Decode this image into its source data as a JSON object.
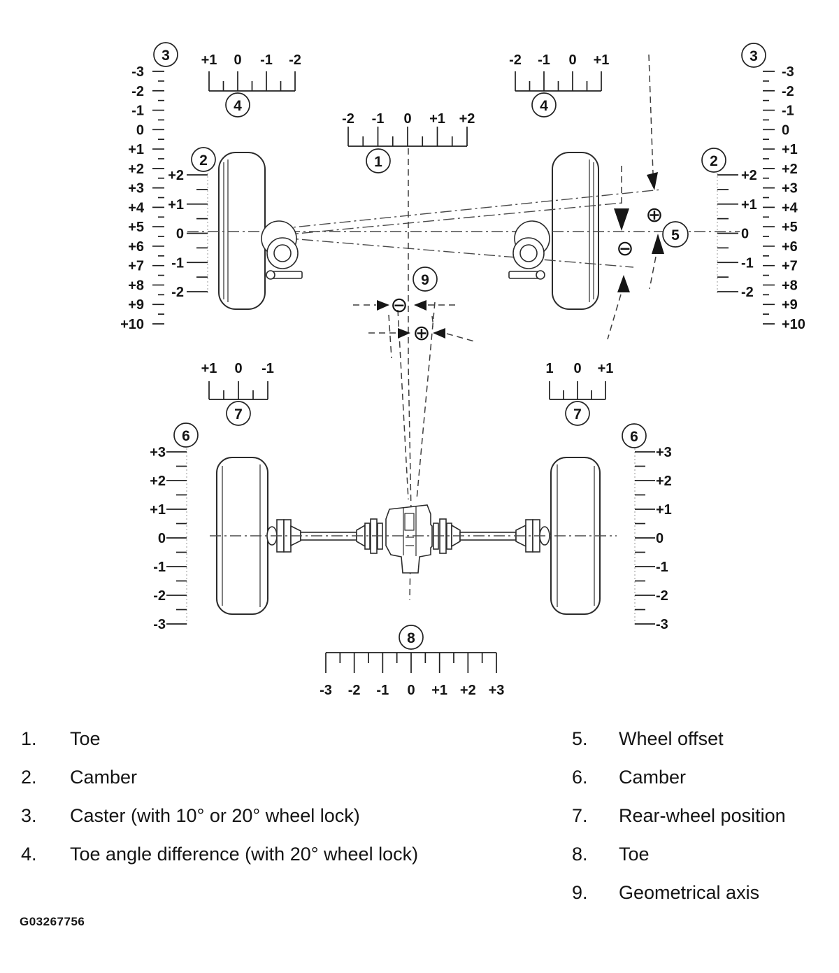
{
  "figure_code": "G03267756",
  "symbols": {
    "plus": "⊕",
    "minus": "⊖"
  },
  "markers": {
    "wheel_offset": "5",
    "geometrical_axis": "9"
  },
  "scales": {
    "toe_front": {
      "circle": "1",
      "labels": [
        "-2",
        "-1",
        "0",
        "+1",
        "+2"
      ]
    },
    "camber_front_left": {
      "circle": "2",
      "labels": [
        "+2",
        "+1",
        "0",
        "-1",
        "-2"
      ]
    },
    "camber_front_right": {
      "circle": "2",
      "labels": [
        "+2",
        "+1",
        "0",
        "-1",
        "-2"
      ]
    },
    "caster_left": {
      "circle": "3",
      "labels": [
        "-3",
        "-2",
        "-1",
        "0",
        "+1",
        "+2",
        "+3",
        "+4",
        "+5",
        "+6",
        "+7",
        "+8",
        "+9",
        "+10"
      ]
    },
    "caster_right": {
      "circle": "3",
      "labels": [
        "-3",
        "-2",
        "-1",
        "0",
        "+1",
        "+2",
        "+3",
        "+4",
        "+5",
        "+6",
        "+7",
        "+8",
        "+9",
        "+10"
      ]
    },
    "toe_angle_left": {
      "circle": "4",
      "labels": [
        "+1",
        "0",
        "-1",
        "-2"
      ]
    },
    "toe_angle_right": {
      "circle": "4",
      "labels": [
        "-2",
        "-1",
        "0",
        "+1"
      ]
    },
    "rear_position_left": {
      "circle": "7",
      "labels": [
        "+1",
        "0",
        "-1"
      ]
    },
    "rear_position_right": {
      "circle": "7",
      "labels": [
        "1",
        "0",
        "+1"
      ]
    },
    "camber_rear_left": {
      "circle": "6",
      "labels": [
        "+3",
        "+2",
        "+1",
        "0",
        "-1",
        "-2",
        "-3"
      ]
    },
    "camber_rear_right": {
      "circle": "6",
      "labels": [
        "+3",
        "+2",
        "+1",
        "0",
        "-1",
        "-2",
        "-3"
      ]
    },
    "toe_rear": {
      "circle": "8",
      "labels": [
        "-3",
        "-2",
        "-1",
        "0",
        "+1",
        "+2",
        "+3"
      ]
    }
  },
  "legend": {
    "left": [
      {
        "num": "1.",
        "label": "Toe"
      },
      {
        "num": "2.",
        "label": "Camber"
      },
      {
        "num": "3.",
        "label": "Caster (with 10° or 20° wheel lock)"
      },
      {
        "num": "4.",
        "label": "Toe angle difference (with 20° wheel lock)"
      }
    ],
    "right": [
      {
        "num": "5.",
        "label": "Wheel offset"
      },
      {
        "num": "6.",
        "label": "Camber"
      },
      {
        "num": "7.",
        "label": "Rear-wheel position"
      },
      {
        "num": "8.",
        "label": "Toe"
      },
      {
        "num": "9.",
        "label": "Geometrical axis"
      }
    ]
  }
}
